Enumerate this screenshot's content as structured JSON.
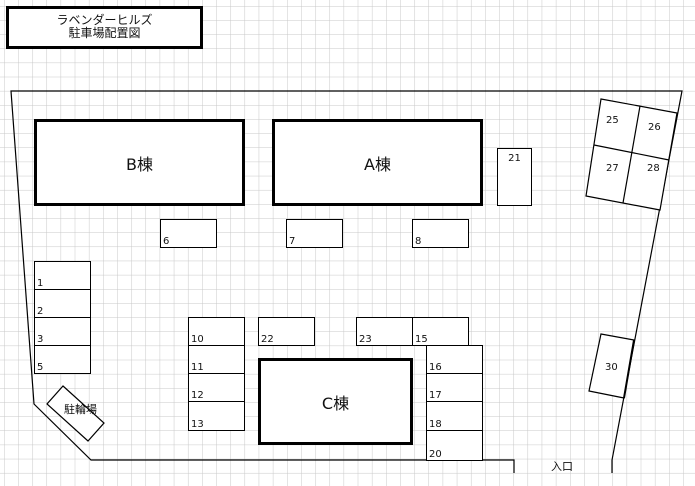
{
  "title": {
    "line1": "ラベンダーヒルズ",
    "line2": "駐車場配置図"
  },
  "buildings": {
    "b": "B棟",
    "a": "A棟",
    "c": "C棟"
  },
  "slots": {
    "s1": "1",
    "s2": "2",
    "s3": "3",
    "s5": "5",
    "s6": "6",
    "s7": "7",
    "s8": "8",
    "s10": "10",
    "s11": "11",
    "s12": "12",
    "s13": "13",
    "s15": "15",
    "s16": "16",
    "s17": "17",
    "s18": "18",
    "s20": "20",
    "s21": "21",
    "s22": "22",
    "s23": "23",
    "s25": "25",
    "s26": "26",
    "s27": "27",
    "s28": "28",
    "s30": "30"
  },
  "areas": {
    "bicycle_parking": "駐輪場",
    "entrance": "入口"
  },
  "colors": {
    "grid": "#c8c8c8",
    "lines": "#000000",
    "background": "#ffffff"
  }
}
